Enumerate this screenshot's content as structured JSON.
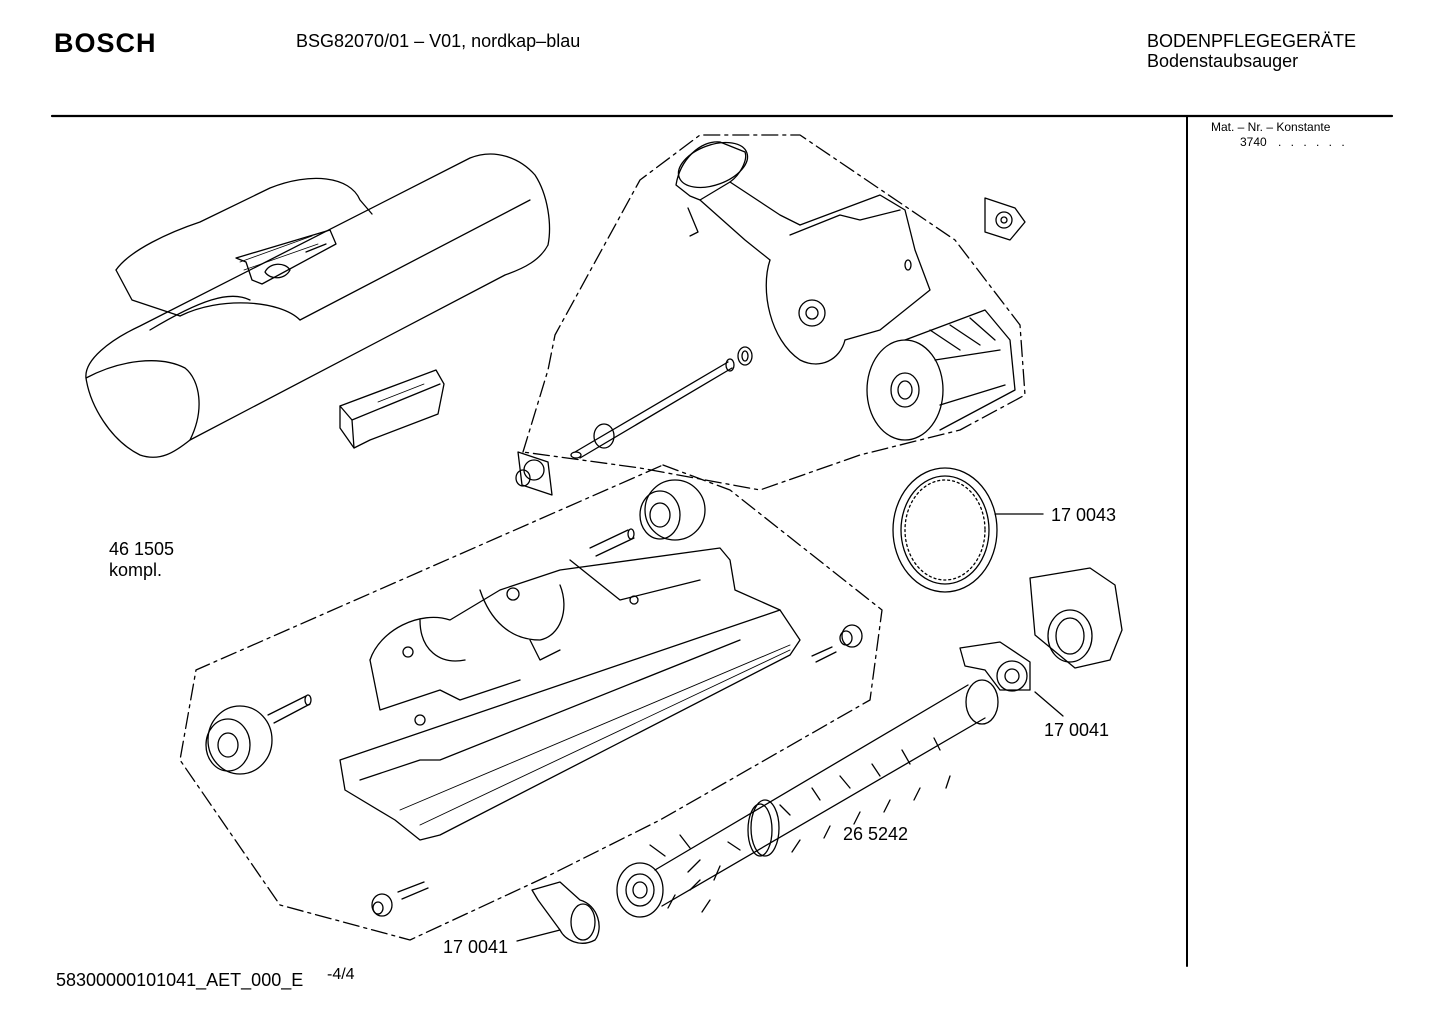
{
  "header": {
    "brand": "BOSCH",
    "model": "BSG82070/01  – V01, nordkap–blau",
    "category_line1": "BODENPFLEGEGERÄTE",
    "category_line2": "Bodenstaubsauger"
  },
  "side_panel": {
    "mat_label": "Mat. – Nr. – Konstante",
    "mat_value": "3740",
    "mat_dots": ". . . . . ."
  },
  "part_labels": {
    "housing_kit": "46 1505",
    "housing_kit_note": "kompl.",
    "belt": "17 0043",
    "bearing_right": "17 0041",
    "brush_roller": "26 5242",
    "bearing_left": "17 0041"
  },
  "footer": {
    "document_id": "58300000101041_AET_000_E",
    "page": "-4/4"
  },
  "colors": {
    "line": "#000000",
    "background": "#ffffff"
  }
}
